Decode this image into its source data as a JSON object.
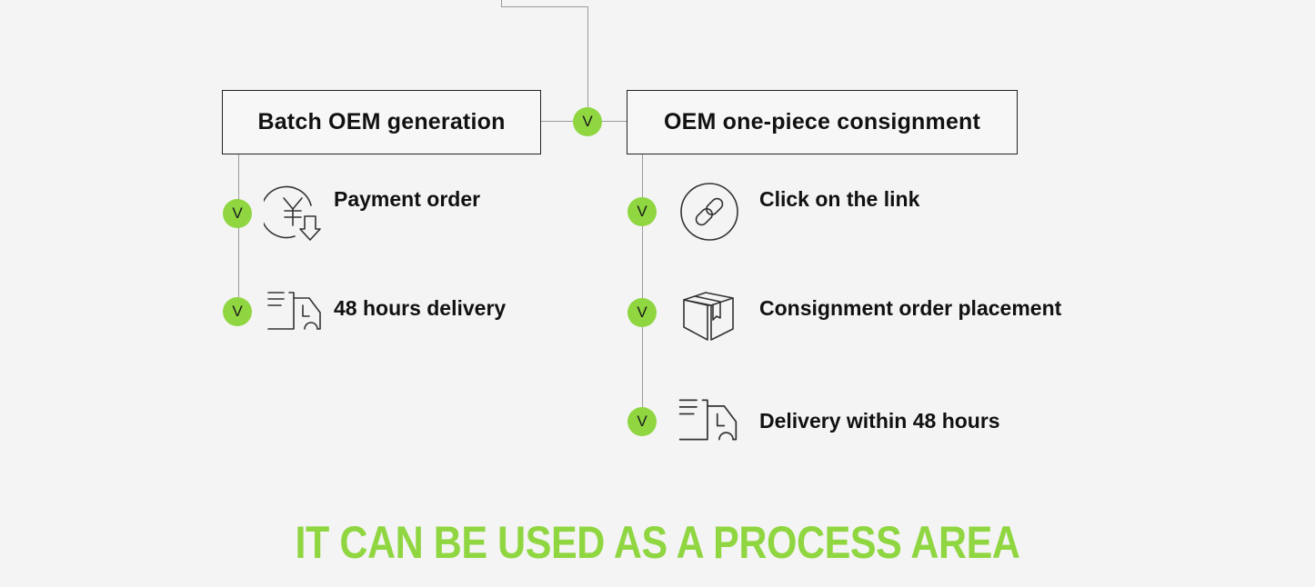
{
  "colors": {
    "accent": "#8fd641",
    "line": "#9a9a9a",
    "text": "#111111",
    "background": "#f4f4f4"
  },
  "branches": [
    {
      "title": "Batch OEM generation",
      "steps": [
        {
          "label": "Payment order",
          "icon": "yen-payment-icon"
        },
        {
          "label": "48 hours delivery",
          "icon": "delivery-truck-icon"
        }
      ]
    },
    {
      "title": "OEM one-piece consignment",
      "steps": [
        {
          "label": "Click on the link",
          "icon": "link-icon"
        },
        {
          "label": "Consignment order placement",
          "icon": "package-box-icon"
        },
        {
          "label": "Delivery within 48 hours",
          "icon": "delivery-truck-icon"
        }
      ]
    }
  ],
  "check_mark": "V",
  "footer": {
    "title": "IT CAN BE USED AS A PROCESS AREA"
  }
}
